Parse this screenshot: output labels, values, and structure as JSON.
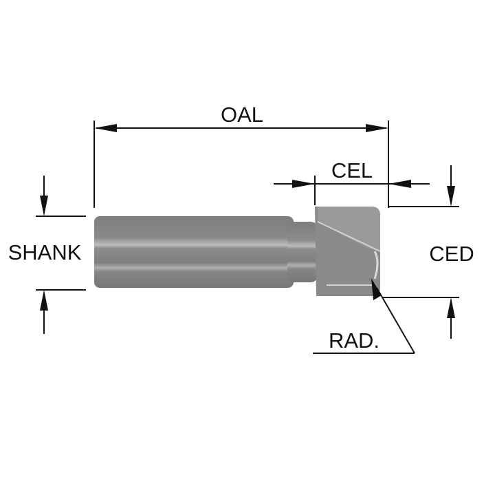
{
  "labels": {
    "oal": "OAL",
    "cel": "CEL",
    "shank": "SHANK",
    "ced": "CED",
    "rad": "RAD."
  },
  "colors": {
    "tool": "#8a8a8a",
    "highlight": "#b8b8b8",
    "shadow": "#6e6e6e",
    "line": "#111111"
  }
}
